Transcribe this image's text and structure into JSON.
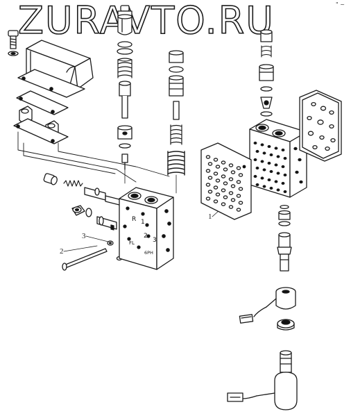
{
  "watermark": {
    "text": "ZURAVTO.RU"
  },
  "corner_mark": "\" ~",
  "callouts": {
    "c1": "1",
    "c2": "2",
    "c3": "3"
  },
  "valve_body_labels": {
    "r": "R",
    "n1": "1",
    "n2": "2",
    "n3": "3",
    "fl": "FL",
    "code": "6PH"
  }
}
